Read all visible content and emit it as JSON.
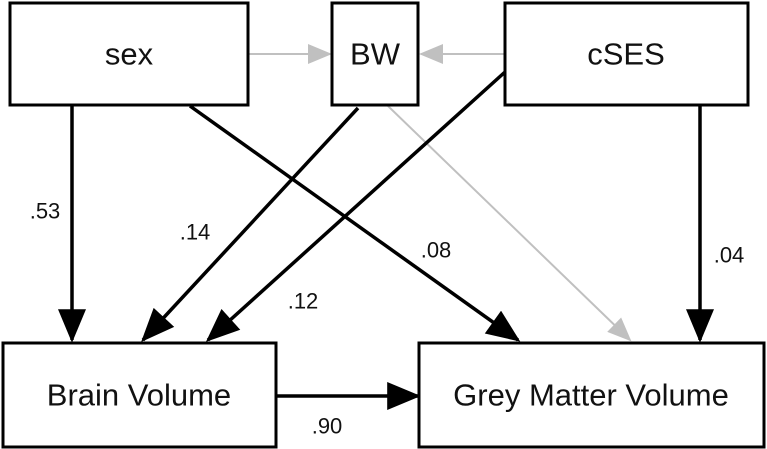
{
  "nodes": {
    "sex": "sex",
    "bw": "BW",
    "cses": "cSES",
    "brain_volume": "Brain Volume",
    "grey_matter_volume": "Grey Matter Volume"
  },
  "edges": [
    {
      "from": "sex",
      "to": "BW",
      "weight": "",
      "style": "grey"
    },
    {
      "from": "cSES",
      "to": "BW",
      "weight": "",
      "style": "grey"
    },
    {
      "from": "sex",
      "to": "Brain Volume",
      "weight": ".53",
      "style": "black"
    },
    {
      "from": "BW",
      "to": "Brain Volume",
      "weight": ".14",
      "style": "black"
    },
    {
      "from": "cSES",
      "to": "Brain Volume",
      "weight": ".12",
      "style": "black"
    },
    {
      "from": "sex",
      "to": "Grey Matter Volume",
      "weight": ".08",
      "style": "black"
    },
    {
      "from": "BW",
      "to": "Grey Matter Volume",
      "weight": "",
      "style": "grey"
    },
    {
      "from": "cSES",
      "to": "Grey Matter Volume",
      "weight": ".04",
      "style": "black"
    },
    {
      "from": "Brain Volume",
      "to": "Grey Matter Volume",
      "weight": ".90",
      "style": "black"
    }
  ],
  "colors": {
    "strong_path": "#000000",
    "weak_path": "#c0c0c0",
    "box_border": "#000000"
  }
}
